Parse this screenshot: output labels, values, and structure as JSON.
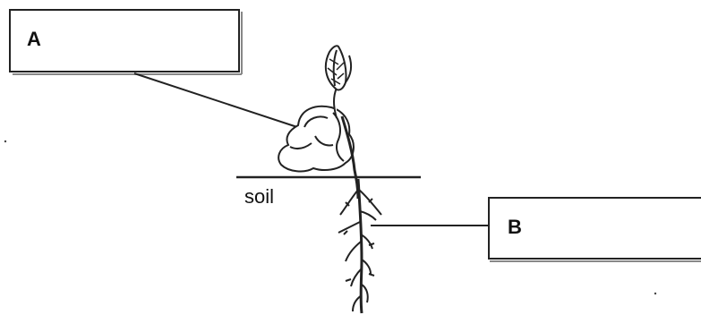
{
  "diagram": {
    "labels": {
      "a": "A",
      "b": "B",
      "soil": "soil"
    }
  }
}
